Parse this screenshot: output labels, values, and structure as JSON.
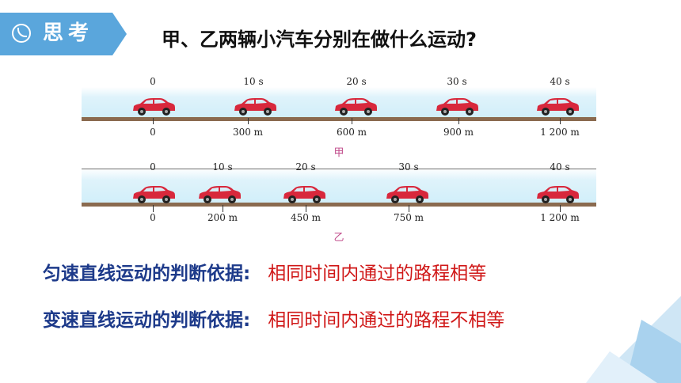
{
  "badge": {
    "label": "思考",
    "icon": "thinking-circle-icon"
  },
  "question": "甲、乙两辆小汽车分别在做什么运动?",
  "roads": [
    {
      "label": "甲",
      "times": [
        "0",
        "10 s",
        "20 s",
        "30 s",
        "40 s"
      ],
      "distances": [
        "0",
        "300 m",
        "600 m",
        "900 m",
        "1 200 m"
      ]
    },
    {
      "label": "乙",
      "times": [
        "0",
        "10 s",
        "20 s",
        "30 s",
        "40 s"
      ],
      "distances": [
        "0",
        "200 m",
        "450 m",
        "750 m",
        "1 200 m"
      ]
    }
  ],
  "rules": [
    {
      "head": "匀速直线运动的判断依据:",
      "answer": "相同时间内通过的路程相等"
    },
    {
      "head": "变速直线运动的判断依据:",
      "answer": "相同时间内通过的路程不相等"
    }
  ],
  "colors": {
    "accent": "#5aa6dc",
    "heading": "#1d3a8a",
    "answer": "#d01818",
    "car": "#d8283c"
  }
}
